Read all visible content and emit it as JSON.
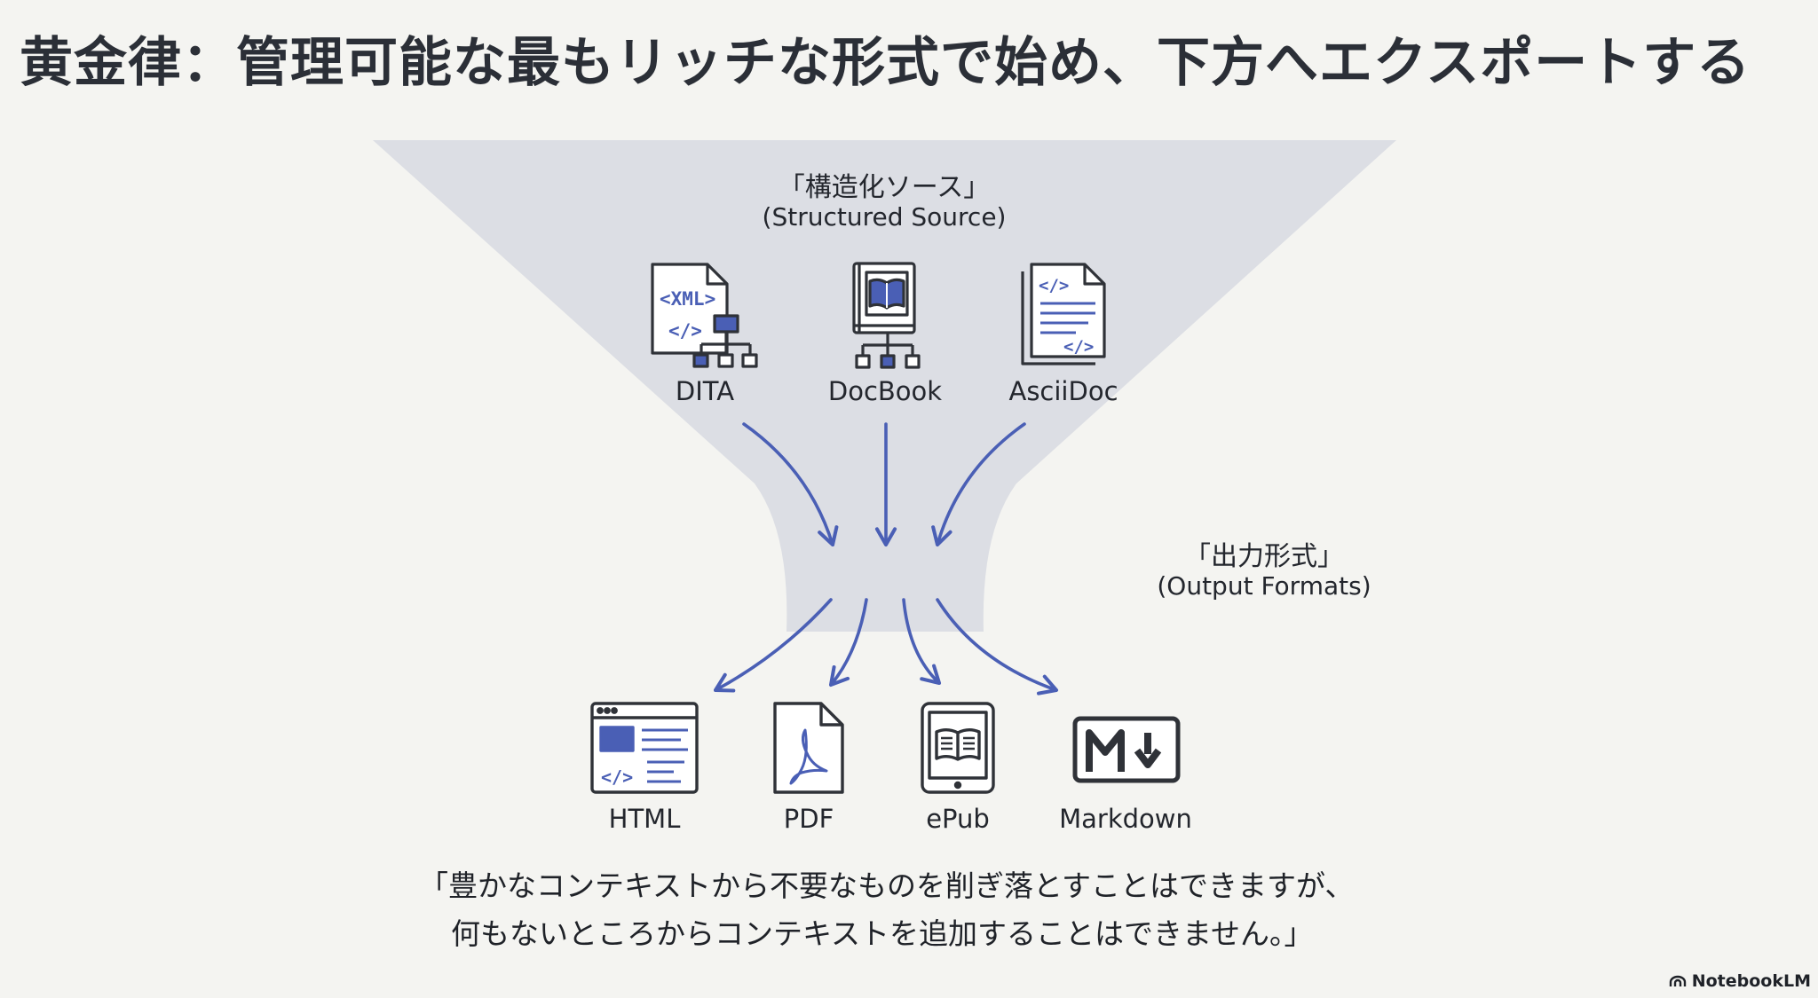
{
  "title": "黄金律：管理可能な最もリッチな形式で始め、下方へエクスポートする",
  "source_section": {
    "label_ja": "「構造化ソース」",
    "label_en": "(Structured Source)",
    "items": [
      {
        "label": "DITA",
        "icon": "xml-tree-document-icon"
      },
      {
        "label": "DocBook",
        "icon": "book-tree-icon"
      },
      {
        "label": "AsciiDoc",
        "icon": "code-document-icon"
      }
    ]
  },
  "output_section": {
    "label_ja": "「出力形式」",
    "label_en": "(Output Formats)",
    "items": [
      {
        "label": "HTML",
        "icon": "browser-code-icon"
      },
      {
        "label": "PDF",
        "icon": "pdf-document-icon"
      },
      {
        "label": "ePub",
        "icon": "ebook-tablet-icon"
      },
      {
        "label": "Markdown",
        "icon": "markdown-icon"
      }
    ]
  },
  "quote": {
    "line1": "「豊かなコンテキストから不要なものを削ぎ落とすことはできますが、",
    "line2": "何もないところからコンテキストを追加することはできません。」"
  },
  "brand": "NotebookLM",
  "colors": {
    "funnel": "#dcdee4",
    "accent_blue": "#4a5fb5",
    "icon_dark": "#2f3238",
    "background": "#f4f4f1"
  }
}
